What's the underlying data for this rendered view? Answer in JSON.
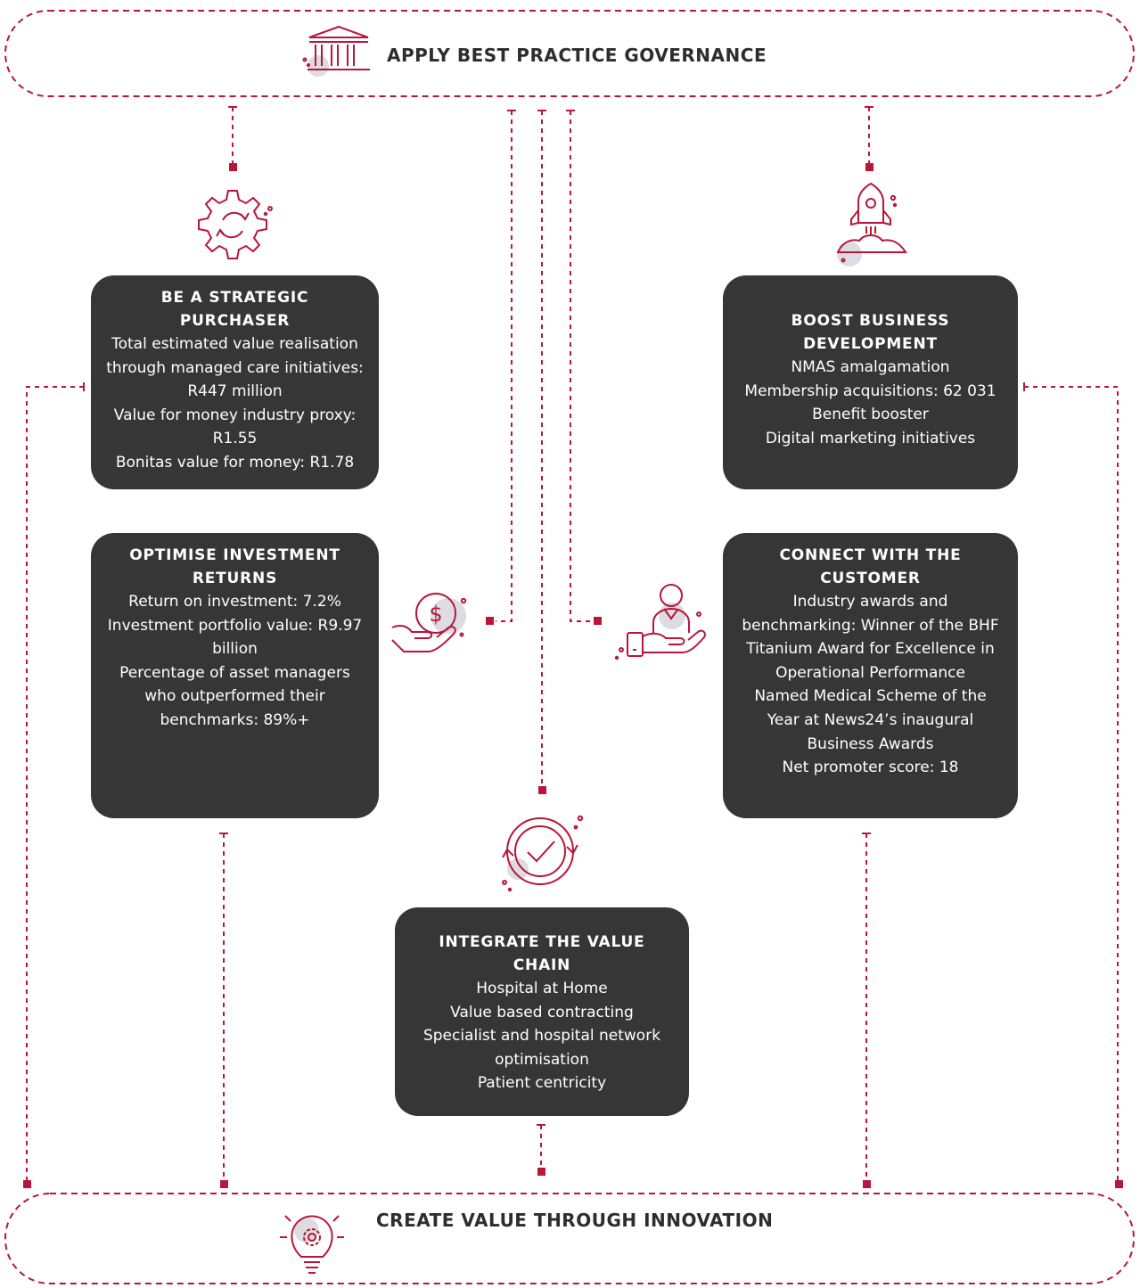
{
  "header": {
    "title": "APPLY BEST PRACTICE GOVERNANCE",
    "icon": "building-icon"
  },
  "footer": {
    "title": "CREATE VALUE THROUGH INNOVATION",
    "icon": "lightbulb-gear-icon"
  },
  "cards": {
    "strategic": {
      "title": "BE A STRATEGIC PURCHASER",
      "icon": "gear-cycle-icon",
      "lines": [
        "Total estimated value realisation through managed care initiatives: R447 million",
        "Value for money industry proxy: R1.55",
        "Bonitas value for money: R1.78"
      ]
    },
    "investment": {
      "title": "OPTIMISE INVESTMENT RETURNS",
      "icon": "hand-money-icon",
      "lines": [
        "Return on investment: 7.2%",
        "Investment portfolio value: R9.97 billion",
        "Percentage of asset managers who outperformed their benchmarks: 89%+"
      ]
    },
    "business": {
      "title": "BOOST BUSINESS DEVELOPMENT",
      "icon": "rocket-icon",
      "lines": [
        "NMAS amalgamation",
        "Membership acquisitions: 62 031",
        "Benefit booster",
        "Digital marketing initiatives"
      ]
    },
    "customer": {
      "title": "CONNECT WITH THE CUSTOMER",
      "icon": "hand-person-icon",
      "lines": [
        "Industry awards and benchmarking: Winner of the BHF Titanium Award for Excellence in Operational Performance",
        "Named Medical Scheme of the Year at News24’s inaugural Business Awards",
        "Net promoter score: 18"
      ]
    },
    "value_chain": {
      "title": "INTEGRATE THE VALUE CHAIN",
      "icon": "circular-check-icon",
      "lines": [
        "Hospital at Home",
        "Value based contracting",
        "Specialist and hospital network optimisation",
        "Patient centricity"
      ]
    }
  },
  "colors": {
    "accent": "#b8163a",
    "card": "#363636",
    "text": "#2d2d2d",
    "shadow": "#dcdce2"
  }
}
